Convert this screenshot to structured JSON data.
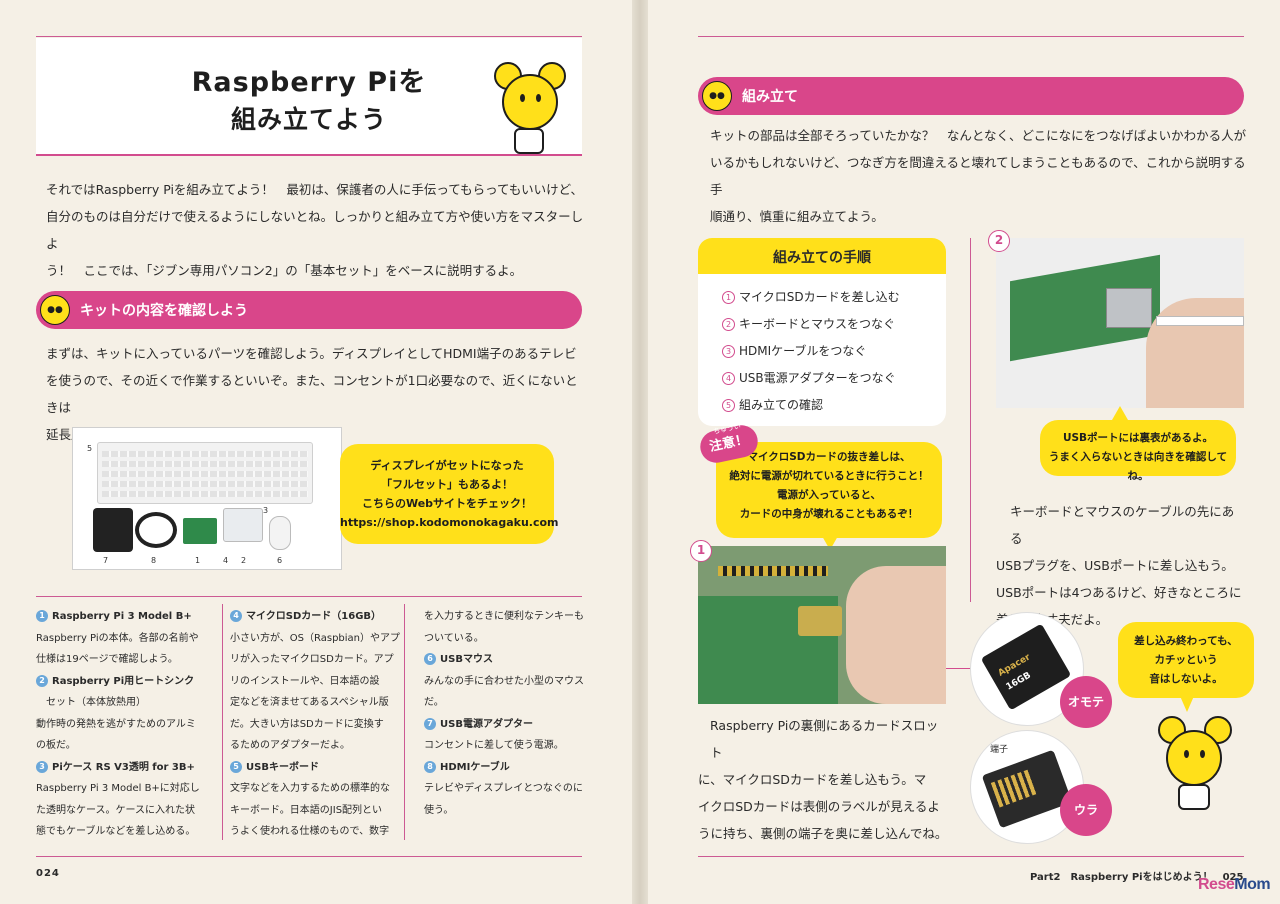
{
  "left": {
    "title_line1": "Raspberry Piを",
    "title_line2": "組み立てよう",
    "intro": [
      "それではRaspberry Piを組み立てよう！　最初は、保護者の人に手伝ってもらってもいいけど、",
      "自分のものは自分だけで使えるようにしないとね。しっかりと組み立て方や使い方をマスターしよ",
      "う！　ここでは、「ジブン専用パソコン2」の「基本セット」をベースに説明するよ。"
    ],
    "section_title": "キットの内容を確認しよう",
    "section_body": [
      "まずは、キットに入っているパーツを確認しよう。ディスプレイとしてHDMI端子のあるテレビ",
      "を使うので、その近くで作業するといいぞ。また、コンセントが1口必要なので、近くにないときは",
      "延長用の電源タップも準備してね。"
    ],
    "photo_labels": [
      "5",
      "3",
      "6",
      "7",
      "8",
      "1",
      "4",
      "2"
    ],
    "bubble": [
      "ディスプレイがセットになった",
      "「フルセット」もあるよ！",
      "こちらのWebサイトをチェック！",
      "https://shop.kodomonokagaku.com"
    ],
    "col1": [
      {
        "n": "1",
        "head": "Raspberry Pi 3 Model B+",
        "lines": [
          "Raspberry Piの本体。各部の名前や",
          "仕様は19ページで確認しよう。"
        ]
      },
      {
        "n": "2",
        "head": "Raspberry Pi用ヒートシンク",
        "lines": [
          "　セット（本体放熱用）",
          "動作時の発熱を逃がすためのアルミ",
          "の板だ。"
        ]
      },
      {
        "n": "3",
        "head": "Piケース RS V3透明 for 3B+",
        "lines": [
          "Raspberry Pi 3 Model B+に対応し",
          "た透明なケース。ケースに入れた状",
          "態でもケーブルなどを差し込める。"
        ]
      }
    ],
    "col2": [
      {
        "n": "4",
        "head": "マイクロSDカード（16GB）",
        "lines": [
          "小さい方が、OS（Raspbian）やアプ",
          "リが入ったマイクロSDカード。アプ",
          "リのインストールや、日本語の設",
          "定などを済ませてあるスペシャル版",
          "だ。大きい方はSDカードに変換す",
          "るためのアダプターだよ。"
        ]
      },
      {
        "n": "5",
        "head": "USBキーボード",
        "lines": [
          "文字などを入力するための標準的な",
          "キーボード。日本語のJIS配列とい",
          "うよく使われる仕様のもので、数字"
        ]
      }
    ],
    "col3": [
      {
        "n": "",
        "head": "",
        "lines": [
          "を入力するときに便利なテンキーも",
          "ついている。"
        ]
      },
      {
        "n": "6",
        "head": "USBマウス",
        "lines": [
          "みんなの手に合わせた小型のマウス",
          "だ。"
        ]
      },
      {
        "n": "7",
        "head": "USB電源アダプター",
        "lines": [
          "コンセントに差して使う電源。"
        ]
      },
      {
        "n": "8",
        "head": "HDMIケーブル",
        "lines": [
          "テレビやディスプレイとつなぐのに",
          "使う。"
        ]
      }
    ],
    "page_number": "024"
  },
  "right": {
    "section_title": "組み立て",
    "intro": [
      "キットの部品は全部そろっていたかな？　なんとなく、どこになにをつなげばよいかわかる人が",
      "いるかもしれないけど、つなぎ方を間違えると壊れてしまうこともあるので、これから説明する手",
      "順通り、慎重に組み立てよう。"
    ],
    "steps_title": "組み立ての手順",
    "steps": [
      {
        "n": "1",
        "label": "マイクロSDカードを差し込む"
      },
      {
        "n": "2",
        "label": "キーボードとマウスをつなぐ"
      },
      {
        "n": "3",
        "label": "HDMIケーブルをつなぐ"
      },
      {
        "n": "4",
        "label": "USB電源アダプターをつなぐ"
      },
      {
        "n": "5",
        "label": "組み立ての確認"
      }
    ],
    "caution_tag": "注意！",
    "caution_ruby": "ちゅうい",
    "caution_lines": [
      "マイクロSDカードの抜き差しは、",
      "絶対に電源が切れているときに行うこと！",
      "電源が入っていると、",
      "カードの中身が壊れることもあるぞ！"
    ],
    "photo1_number": "1",
    "photo2_number": "2",
    "usb_bubble": [
      "USBポートには裏表があるよ。",
      "うまく入らないときは向きを確認してね。"
    ],
    "kb_text": [
      "キーボードとマウスのケーブルの先にある",
      "USBプラグを、USBポートに差し込もう。",
      "USBポートは4つあるけど、好きなところに",
      "差して大丈夫だよ。"
    ],
    "card_text": [
      "Raspberry Piの裏側にあるカードスロット",
      "に、マイクロSDカードを差し込もう。マ",
      "イクロSDカードは表側のラベルが見えるよ",
      "うに持ち、裏側の端子を奥に差し込んでね。"
    ],
    "front_label": "オモテ",
    "back_label": "ウラ",
    "terminal_label": "端子",
    "card_print_brand": "Apacer",
    "card_print_size": "16GB",
    "click_bubble": [
      "差し込み終わっても、",
      "カチッという",
      "音はしないよ。"
    ],
    "footer": "Part2　Raspberry Piをはじめよう！　025",
    "logo_a": "Rese",
    "logo_b": "Mom"
  }
}
